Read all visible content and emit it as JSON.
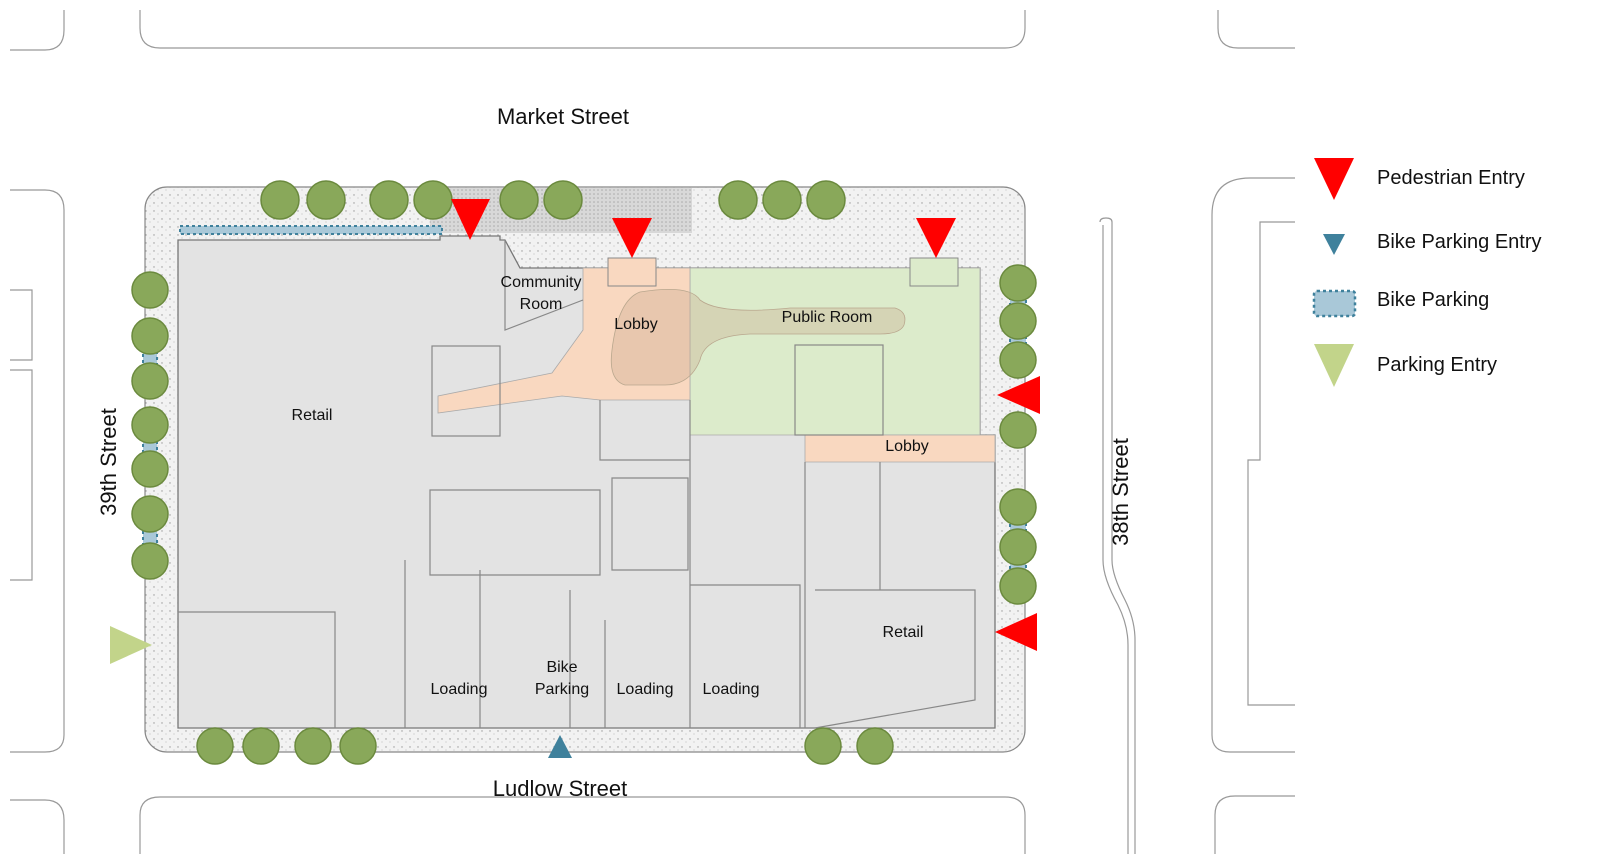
{
  "streets": {
    "north": "Market Street",
    "south": "Ludlow Street",
    "west": "39th Street",
    "east": "38th Street"
  },
  "rooms": {
    "retail_west": "Retail",
    "community_room_line1": "Community",
    "community_room_line2": "Room",
    "lobby_main": "Lobby",
    "public_room": "Public Room",
    "lobby_east": "Lobby",
    "retail_east": "Retail",
    "loading_1": "Loading",
    "bike_parking_line1": "Bike",
    "bike_parking_line2": "Parking",
    "loading_2": "Loading",
    "loading_3": "Loading"
  },
  "legend": [
    {
      "label": "Pedestrian Entry",
      "color": "#ff0000",
      "icon": "triangle-down"
    },
    {
      "label": "Bike Parking Entry",
      "color": "#3f819c",
      "icon": "triangle-down-small"
    },
    {
      "label": "Bike Parking",
      "color": "#a9c8d8",
      "icon": "dotted-rect"
    },
    {
      "label": "Parking Entry",
      "color": "#c2d48a",
      "icon": "triangle-down"
    }
  ],
  "colors": {
    "lobby": "#f9d8c0",
    "public_room": "#dcebcb",
    "building": "#e3e3e3",
    "tree": "#89a85a"
  }
}
